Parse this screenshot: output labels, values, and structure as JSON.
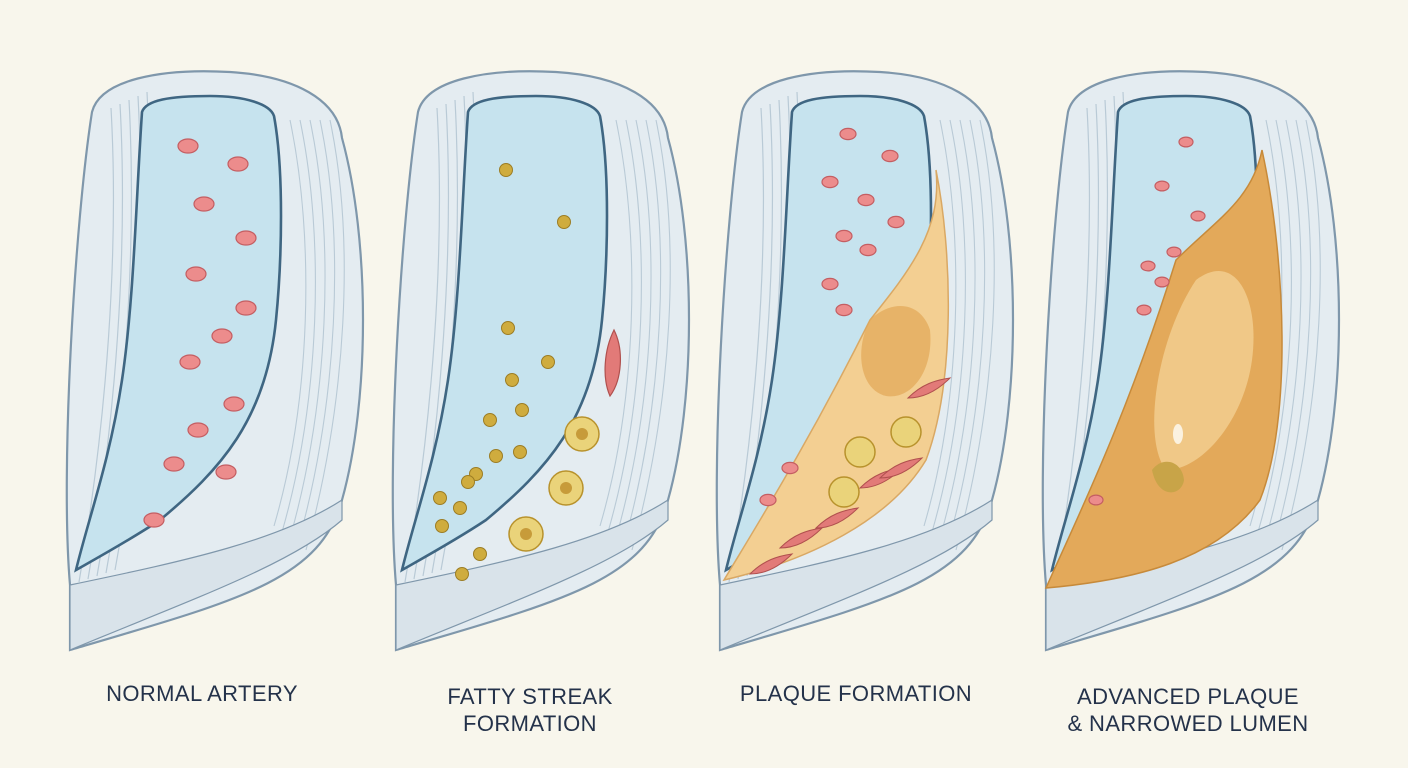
{
  "stages": [
    {
      "id": "normal",
      "caption": "NORMAL ARTERY"
    },
    {
      "id": "fatty-streak",
      "caption": "FATTY STREAK\nFORMATION"
    },
    {
      "id": "plaque",
      "caption": "PLAQUE FORMATION"
    },
    {
      "id": "advanced",
      "caption": "ADVANCED PLAQUE\n& NARROWED LUMEN"
    }
  ],
  "colors": {
    "background": "#f8f6ec",
    "wall": "#e4ecf1",
    "wall_outline": "#7f97ab",
    "lumen": "#c6e3ee",
    "intima_line": "#3f6682",
    "red_blood_cell": "#ec8c8c",
    "lipid": "#cfac3e",
    "foam_cell": "#ead37a",
    "plaque": "#f3cf92",
    "necrotic_core": "#e3a95a",
    "smooth_muscle": "#e27a78",
    "caption": "#24324a"
  }
}
